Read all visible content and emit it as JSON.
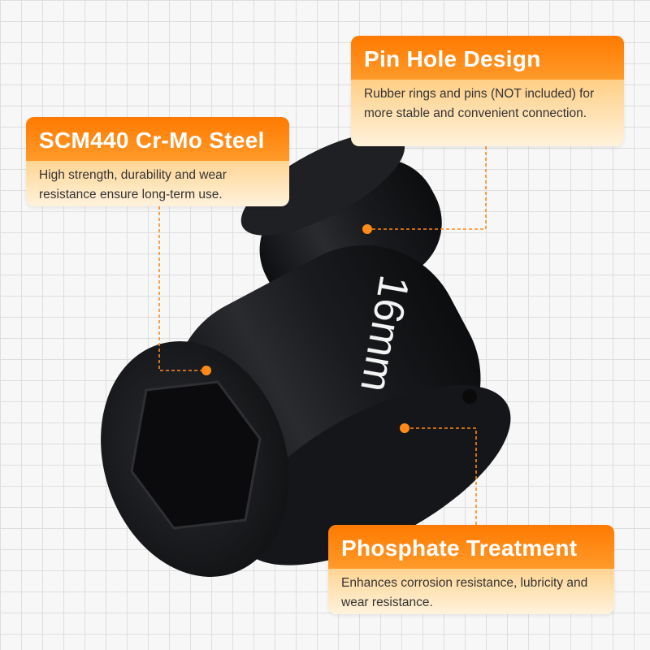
{
  "callouts": {
    "steel": {
      "title": "SCM440 Cr-Mo Steel",
      "description": "High strength, durability and wear resistance ensure long-term use."
    },
    "pin": {
      "title": "Pin Hole Design",
      "description": "Rubber rings and pins (NOT included) for more stable and convenient connection."
    },
    "phosphate": {
      "title": "Phosphate Treatment",
      "description": "Enhances corrosion resistance, lubricity and wear resistance."
    }
  },
  "product": {
    "size_marking": "16mm"
  },
  "colors": {
    "accent": "#ff8a1a",
    "socket": "#1c1d20"
  }
}
